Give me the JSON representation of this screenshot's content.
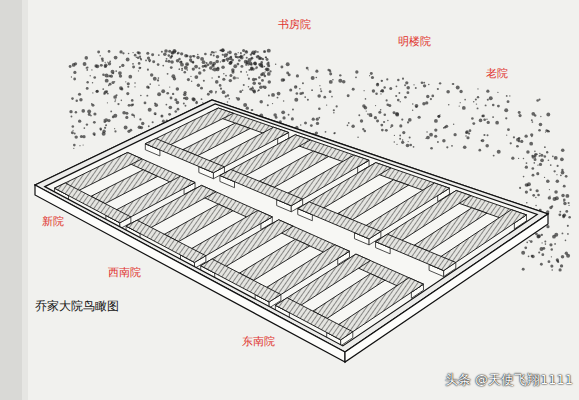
{
  "diagram": {
    "caption": "乔家大院鸟瞰图",
    "labels": [
      "书房院",
      "明楼院",
      "老院",
      "新院",
      "西南院",
      "东南院",
      "头条 @天使飞翔1111"
    ]
  }
}
